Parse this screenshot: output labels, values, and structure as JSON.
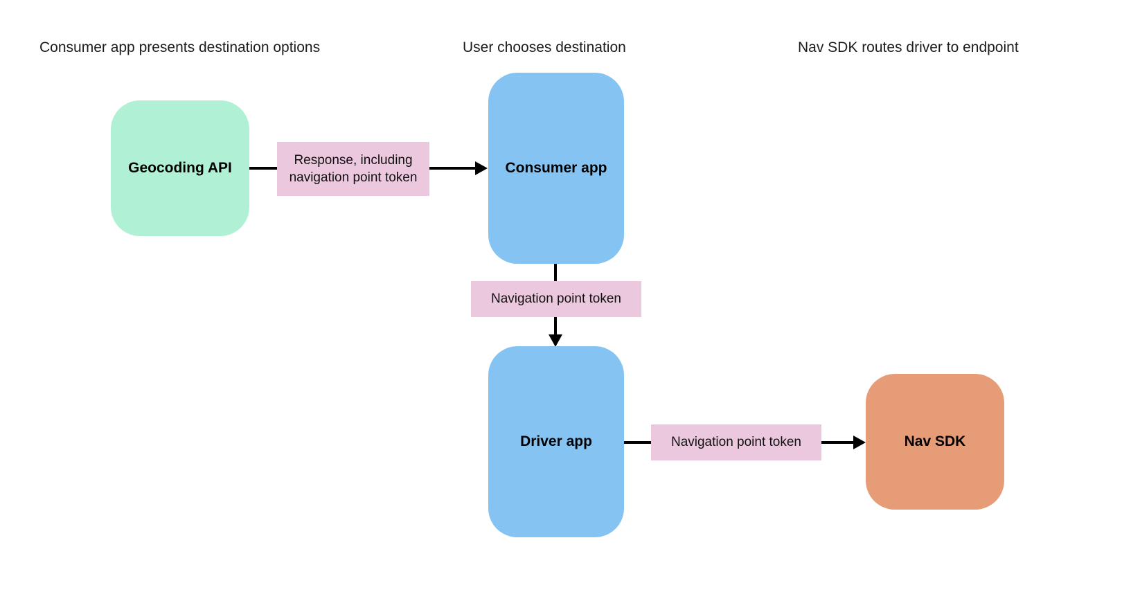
{
  "diagram": {
    "headers": [
      {
        "label": "Consumer app presents destination options"
      },
      {
        "label": "User chooses destination"
      },
      {
        "label": "Nav SDK routes driver to endpoint"
      }
    ],
    "nodes": [
      {
        "id": "geocoding-api",
        "label": "Geocoding API",
        "color": "#b0f1d6"
      },
      {
        "id": "consumer-app",
        "label": "Consumer app",
        "color": "#85c3f2"
      },
      {
        "id": "driver-app",
        "label": "Driver app",
        "color": "#85c3f2"
      },
      {
        "id": "nav-sdk",
        "label": "Nav SDK",
        "color": "#e69c77"
      }
    ],
    "edges": [
      {
        "from": "geocoding-api",
        "to": "consumer-app",
        "label": "Response, including navigation point token"
      },
      {
        "from": "consumer-app",
        "to": "driver-app",
        "label": "Navigation point token"
      },
      {
        "from": "driver-app",
        "to": "nav-sdk",
        "label": "Navigation point token"
      }
    ],
    "colors": {
      "edge_label_bg": "#ecc8de",
      "arrow": "#000000",
      "background": "#ffffff"
    }
  }
}
